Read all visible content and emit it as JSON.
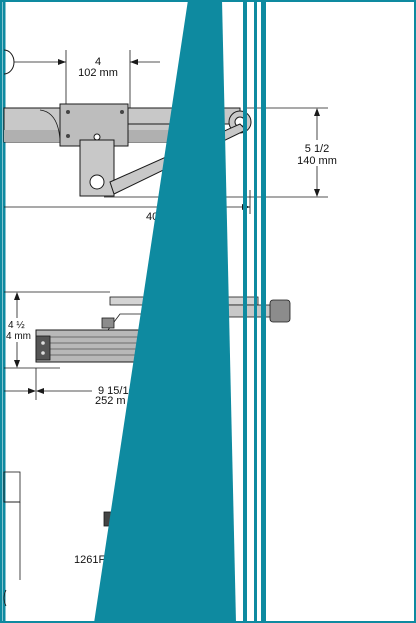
{
  "dimensions": {
    "top_width": {
      "fraction": "4",
      "metric": "102 mm"
    },
    "arm_height": {
      "fraction": "5 1/2",
      "metric": "140 mm"
    },
    "top_length_partial": "40",
    "side_height": {
      "fraction": "4 ½",
      "metric": "4 mm"
    },
    "side_length": {
      "fraction": "9 15/16",
      "metric": "252 m"
    }
  },
  "model_label": "1261F",
  "colors": {
    "teal": "#0e8aa0",
    "body_fill": "#c8c8c8",
    "body_dark": "#8c8c8c",
    "line": "#1a1a1a"
  }
}
